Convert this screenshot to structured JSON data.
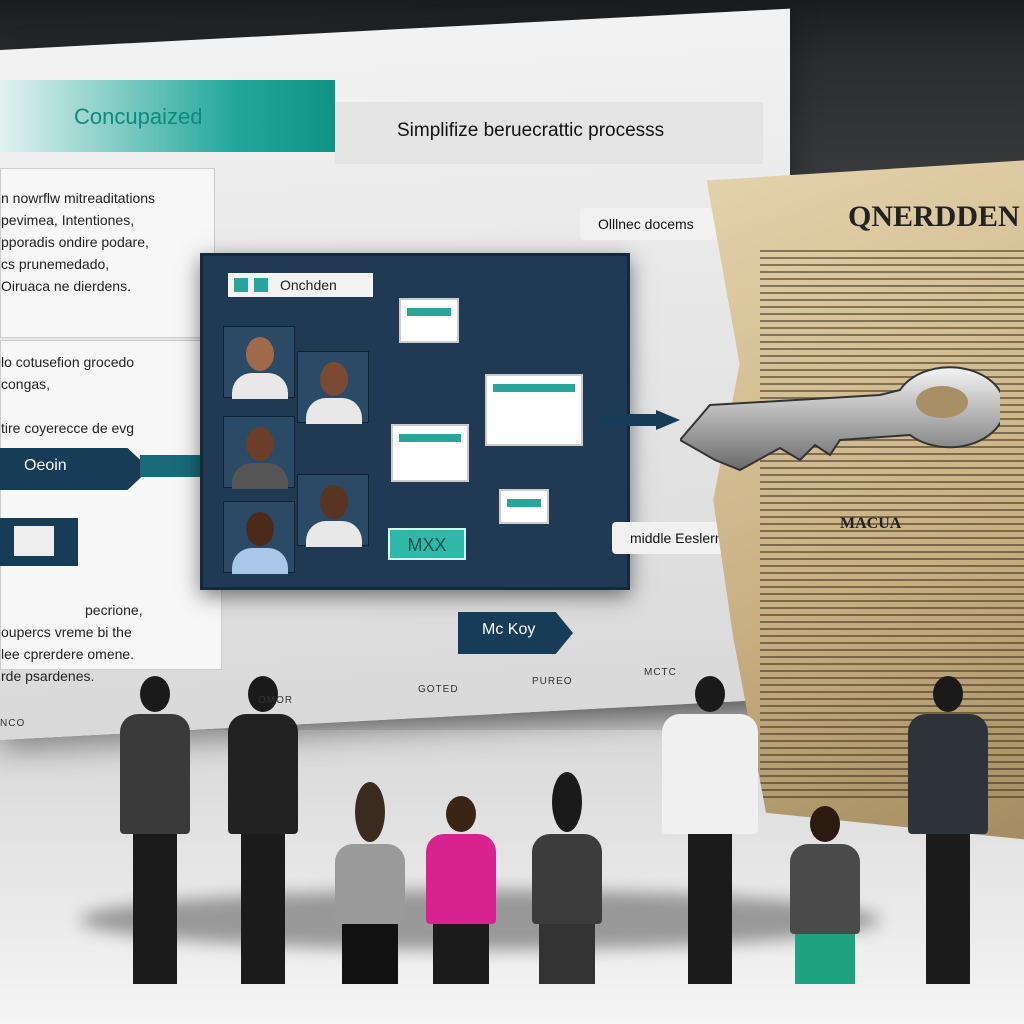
{
  "screen": {
    "header_left": "Concupaized",
    "header_right": "Simplifize beruecrattic processs",
    "left_card_1": [
      "n nowrflw mitreaditations",
      "pevimea, Intentiones,",
      "pporadis ondire podare,",
      "cs prunemedado,",
      "Oiruaca ne dierdens."
    ],
    "left_card_2": [
      "lo cotusefion grocedo",
      "congas,",
      "tire coyerecce de evg"
    ],
    "left_card_3": [
      "pecrione,",
      "oupercs vreme bi the",
      "lee cprerdere omene.",
      "rde psardenes."
    ],
    "origin_arrow": "Oeoin",
    "dashboard_tag": "Onchden",
    "dashboard_button": "MXX",
    "online_docs_label": "Olllnec docems",
    "middle_label": "middle Eeslern",
    "bottom_label": "Mc Koy",
    "footer_ticks": [
      "NCO",
      "OMOR",
      "GOTED",
      "PUREO",
      "MCTC"
    ]
  },
  "document": {
    "title": "QNERDDEN",
    "subtitle": "MACUA"
  },
  "colors": {
    "teal": "#0f9384",
    "navy": "#1f3a52",
    "paper": "#c8b083"
  },
  "icons": [
    "key-icon",
    "monitor-icon",
    "document-icon"
  ]
}
